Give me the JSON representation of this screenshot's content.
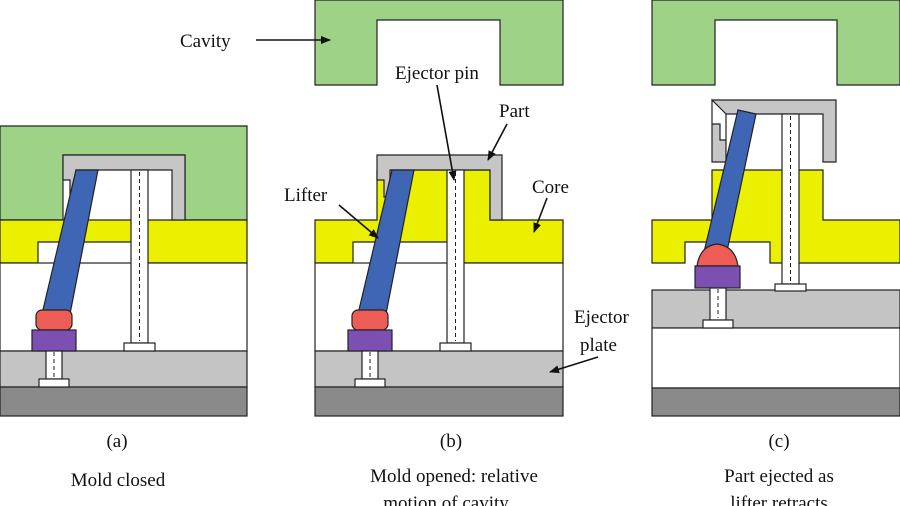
{
  "labels": {
    "cavity": "Cavity",
    "ejector_pin": "Ejector pin",
    "part": "Part",
    "lifter": "Lifter",
    "core": "Core",
    "ejector_plate_line1": "Ejector",
    "ejector_plate_line2": "plate"
  },
  "panels": [
    {
      "tag": "(a)",
      "caption_line1": "Mold closed",
      "caption_line2": ""
    },
    {
      "tag": "(b)",
      "caption_line1": "Mold opened: relative",
      "caption_line2": "motion of cavity"
    },
    {
      "tag": "(c)",
      "caption_line1": "Part ejected as",
      "caption_line2": "lifter retracts"
    }
  ],
  "colors": {
    "cavity": "#9dd287",
    "core": "#eaf000",
    "part": "#c6c6c6",
    "lifter": "#3f66b5",
    "lifter_head": "#ee5d55",
    "lifter_block": "#7c4fb2",
    "ejector_plate": "#c4c4c4",
    "base_plate": "#8a8a8a",
    "outline": "#222222"
  }
}
